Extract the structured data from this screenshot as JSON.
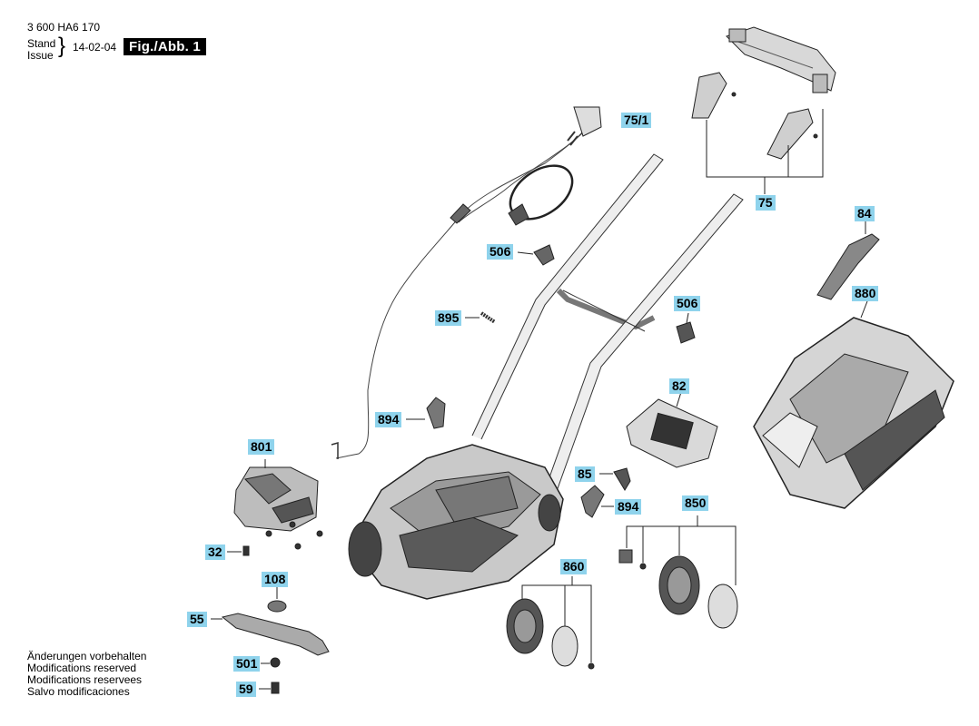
{
  "header": {
    "doc_number": "3 600 HA6 170",
    "stand_label": "Stand",
    "issue_label": "Issue",
    "brace": "}",
    "date": "14-02-04",
    "figure": "Fig./Abb. 1"
  },
  "notices": [
    "Änderungen vorbehalten",
    "Modifications reserved",
    "Modifications reservees",
    "Salvo modificaciones"
  ],
  "parts": {
    "p75_1": "75/1",
    "p75": "75",
    "p84": "84",
    "p880": "880",
    "p506a": "506",
    "p506b": "506",
    "p895": "895",
    "p894a": "894",
    "p894b": "894",
    "p82": "82",
    "p801": "801",
    "p85": "85",
    "p850": "850",
    "p32": "32",
    "p108": "108",
    "p860": "860",
    "p55": "55",
    "p501": "501",
    "p59": "59"
  },
  "colors": {
    "label_bg": "#8fd3ec",
    "line": "#222222",
    "part_dark": "#3a3a3a",
    "part_mid": "#8a8a8a",
    "part_light": "#d8d8d8"
  }
}
